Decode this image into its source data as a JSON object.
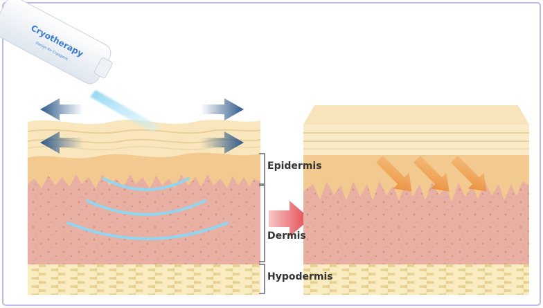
{
  "device": {
    "brand_label": "Cryotherapy",
    "sub_label": "Design for Cryogenic"
  },
  "layers": {
    "epidermis": "Epidermis",
    "dermis": "Dermis",
    "hypodermis": "Hypodermis"
  },
  "colors": {
    "frame_border": "#b9b9f2",
    "epidermis": "#f2c98f",
    "dermis": "#e8b0a3",
    "hypodermis": "#f6e6b0",
    "cold_waves": "#8fd6f2",
    "spread_arrows": "#2e5a8a",
    "heat_arrows": "#e8872f",
    "transition_arrow": "#e0444a",
    "brand_text": "#3a7bd5"
  },
  "icons": {
    "spread_arrows": "double-headed-arrow-icon",
    "transition": "right-arrow-icon",
    "heat": "diagonal-down-arrow-icon",
    "cold": "cold-wave-icon"
  }
}
